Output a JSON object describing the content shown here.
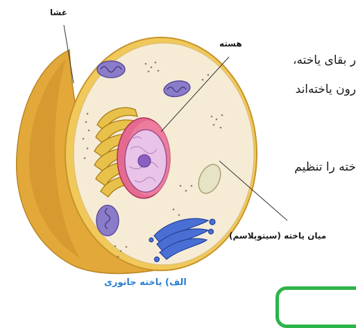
{
  "labels": {
    "membrane": "غشا",
    "nucleus": "هسته",
    "cytoplasm": "میان یاخته (سیتوپلاسم)",
    "caption": "الف) یاخته جانوری"
  },
  "body_text": {
    "line1": "ر بقای یاخته،",
    "line2": "رون یاخته‌اند",
    "line3": "خته را تنظیم"
  },
  "colors": {
    "caption": "#2a7fd0",
    "green_border": "#2db34a",
    "cell_outer": "#e9b93e",
    "cytoplasm": "#f6ecd6"
  }
}
